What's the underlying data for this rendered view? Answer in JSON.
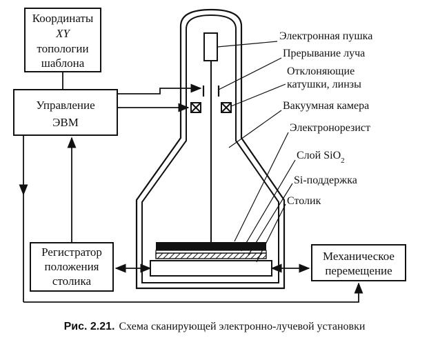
{
  "boxes": {
    "coordinates": [
      "Координаты",
      "XY",
      "топологии",
      "шаблона"
    ],
    "control": [
      "Управление",
      "ЭВМ"
    ],
    "registrar": [
      "Регистратор",
      "положения",
      "столика"
    ],
    "mechanical": [
      "Механическое",
      "перемещение"
    ]
  },
  "labels": {
    "electron_gun": "Электронная пушка",
    "beam_blanking": "Прерывание луча",
    "deflecting_1": "Отклоняющие",
    "deflecting_2": "катушки, линзы",
    "vacuum_chamber": "Вакуумная камера",
    "electron_resist": "Электронорезист",
    "sio2_layer": "Слой SiO",
    "sio2_sub": "2",
    "si_support": "Si-поддержка",
    "stage": "Столик"
  },
  "caption": {
    "figure_number": "Рис. 2.21.",
    "text": "Схема сканирующей электронно-лучевой установки"
  }
}
